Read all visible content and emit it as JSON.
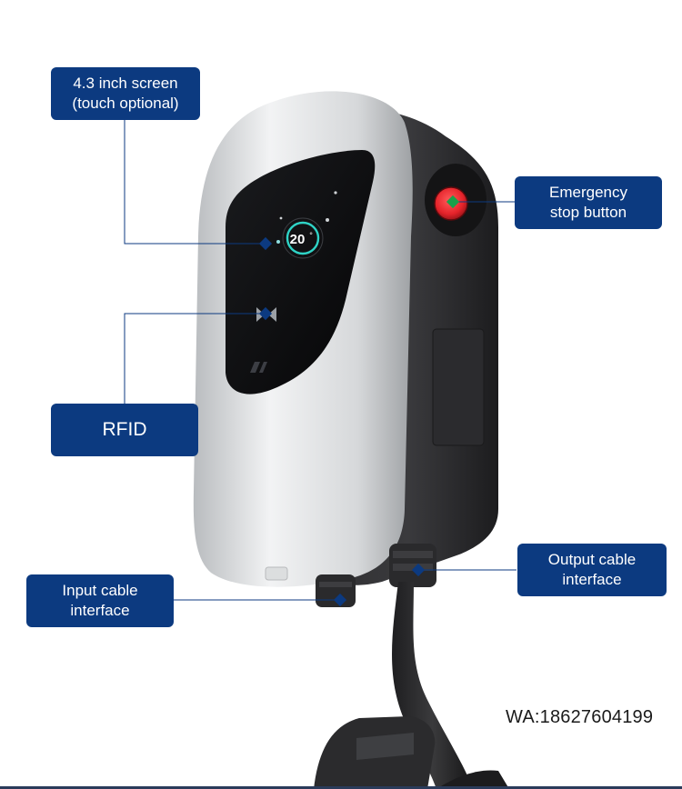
{
  "colors": {
    "label_bg": "#0c3a80",
    "leader_line": "#0c3a80",
    "emergency_red": "#e5232a",
    "display_teal": "#2fd3c6"
  },
  "product": {
    "display_value": "20",
    "display_unit": "°"
  },
  "callouts": {
    "screen": "4.3 inch screen\n(touch optional)",
    "emergency_stop": "Emergency\nstop button",
    "rfid": "RFID",
    "input_cable": "Input cable\ninterface",
    "output_cable": "Output cable\ninterface"
  },
  "watermark": "WA:18627604199",
  "icons": [
    "ev-charger-product-image",
    "rfid-icon",
    "leader-dot-marker"
  ]
}
